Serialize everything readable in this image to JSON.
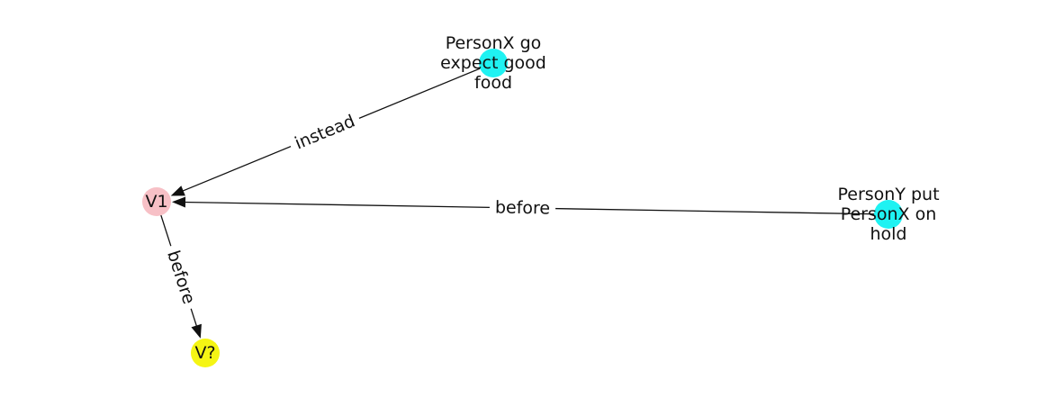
{
  "nodes": [
    {
      "id": "x_go",
      "lines": [
        "PersonX go",
        "expect good",
        "food"
      ],
      "color": "#1ff2f2"
    },
    {
      "id": "v1",
      "lines": [
        "V1"
      ],
      "color": "#f7c0c6"
    },
    {
      "id": "y_hold",
      "lines": [
        "PersonY put",
        "PersonX on",
        "hold"
      ],
      "color": "#1ff2f2"
    },
    {
      "id": "vq",
      "lines": [
        "V?"
      ],
      "color": "#f5f514"
    }
  ],
  "edges": [
    {
      "from": "x_go",
      "to": "v1",
      "label": "instead"
    },
    {
      "from": "y_hold",
      "to": "v1",
      "label": "before"
    },
    {
      "from": "v1",
      "to": "vq",
      "label": "before"
    }
  ],
  "colors": {
    "edge": "#111111",
    "label_bg": "#ffffff"
  }
}
